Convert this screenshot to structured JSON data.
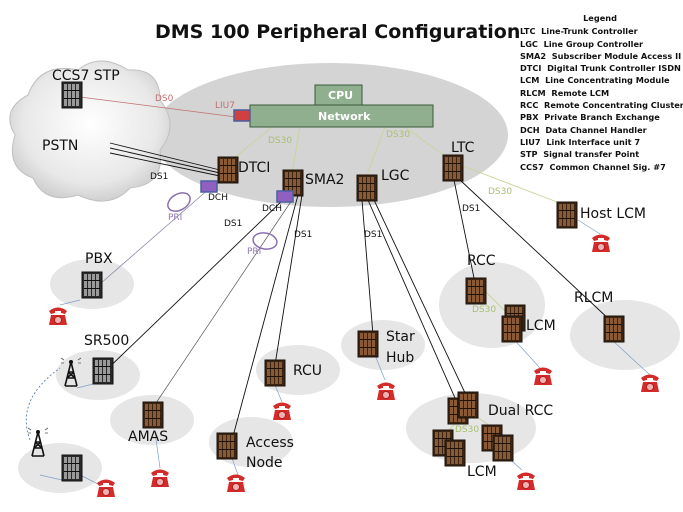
{
  "title": "DMS 100 Peripheral Configuration",
  "legend": {
    "title": "Legend",
    "items": [
      {
        "abbr": "LTC",
        "text": "Line-Trunk Controller"
      },
      {
        "abbr": "LGC",
        "text": "Line Group Controller"
      },
      {
        "abbr": "SMA2",
        "text": "Subscriber Module Access II"
      },
      {
        "abbr": "DTCI",
        "text": "Digital Trunk Controller ISDN"
      },
      {
        "abbr": "LCM",
        "text": "Line Concentrating Module"
      },
      {
        "abbr": "RLCM",
        "text": "Remote LCM"
      },
      {
        "abbr": "RCC",
        "text": "Remote Concentrating Cluster"
      },
      {
        "abbr": "PBX",
        "text": "Private Branch Exchange"
      },
      {
        "abbr": "DCH",
        "text": "Data Channel Handler"
      },
      {
        "abbr": "LIU7",
        "text": "Link Interface unit 7"
      },
      {
        "abbr": "STP",
        "text": "Signal transfer Point"
      },
      {
        "abbr": "CCS7",
        "text": "Common Channel Sig. #7"
      }
    ]
  },
  "core": {
    "cpu": "CPU",
    "network": "Network",
    "liu7": "LIU7"
  },
  "nodes": {
    "ccs7_stp": "CCS7 STP",
    "pstn": "PSTN",
    "dtci": "DTCI",
    "sma2": "SMA2",
    "lgc": "LGC",
    "ltc": "LTC",
    "host_lcm": "Host LCM",
    "pbx": "PBX",
    "sr500": "SR500",
    "amas": "AMAS",
    "access_node_1": "Access",
    "access_node_2": "Node",
    "rcu": "RCU",
    "star_hub_1": "Star",
    "star_hub_2": "Hub",
    "rcc": "RCC",
    "rcc_lcm": "LCM",
    "rlcm": "RLCM",
    "dual_rcc": "Dual  RCC",
    "dual_lcm": "LCM",
    "dch_dtci": "DCH",
    "dch_sma2": "DCH"
  },
  "links": {
    "ds0": "DS0",
    "ds1": "DS1",
    "ds30": "DS30",
    "pri": "PRI"
  },
  "colors": {
    "core_ellipse": "#d4d4d4",
    "site_ellipse": "#e6e6e6",
    "network_box": "#8faf8f",
    "liu7_box": "#d04040",
    "dch_box": "#9060c0",
    "ds30_line": "#c8d49a",
    "ds0_line": "#c07070",
    "phone_red": "#d42a2a",
    "frame_brown": "#5a3a22"
  }
}
